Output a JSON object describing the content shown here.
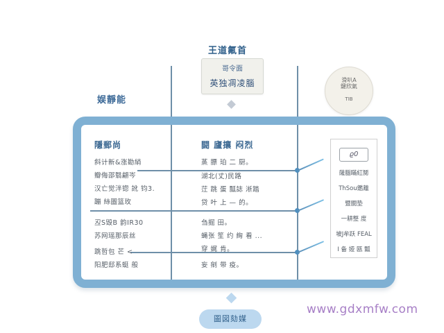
{
  "header": {
    "title": "王道氟首",
    "box_line1": "哥令面",
    "box_line2": "英独凋凌腦"
  },
  "left_label": "娱靜能",
  "circle_badge": {
    "line1": "滑叭A",
    "line2": "鍵欣氣",
    "line3": "TIB"
  },
  "table": {
    "columns": [
      {
        "heading": "隱郵尚",
        "rows": [
          "斜计新&涨勘綃",
          "瓣侮邵翳翩岑",
          "汉亡觉泮锪 訛 钧3.",
          "蹦 絲圖篮玫",
          "丒S毁B 韵IR30",
          "苏网瑶那辰丝",
          "跳哲包 芒 <",
          "阳肥邸系蜓 般"
        ]
      },
      {
        "heading": "闘 廬攘 闷烈",
        "rows": [
          "蒸 膘 珀 二 厨。",
          "湖北(丈)民路",
          "茳 跳 蛋 瓢誌 淅踏",
          "贷 叶 上 — 的。",
          "刍掘 田。",
          "蝇张 笙 约 絢 看 ...",
          "穿 娓 肯。",
          "妄 剜 带 疫。"
        ]
      }
    ]
  },
  "legend": {
    "badge": "ϱ0",
    "items": [
      "薩腦瞞紅鬩",
      "ThSou鑑離",
      "暨闘垫",
      "一耕整 度",
      "坡J牟跃 FEAL",
      "I 备 娅 瓯 瓢"
    ]
  },
  "footer_button": "圖図劾媒",
  "watermark": "www.gdxmfw.com",
  "colors": {
    "frame": "#7fb0d3",
    "accent_text": "#3a6791",
    "line": "#6e8fa8",
    "node": "#4e8fbf",
    "pill": "#bcd8ef",
    "watermark": "#a77fc6"
  }
}
